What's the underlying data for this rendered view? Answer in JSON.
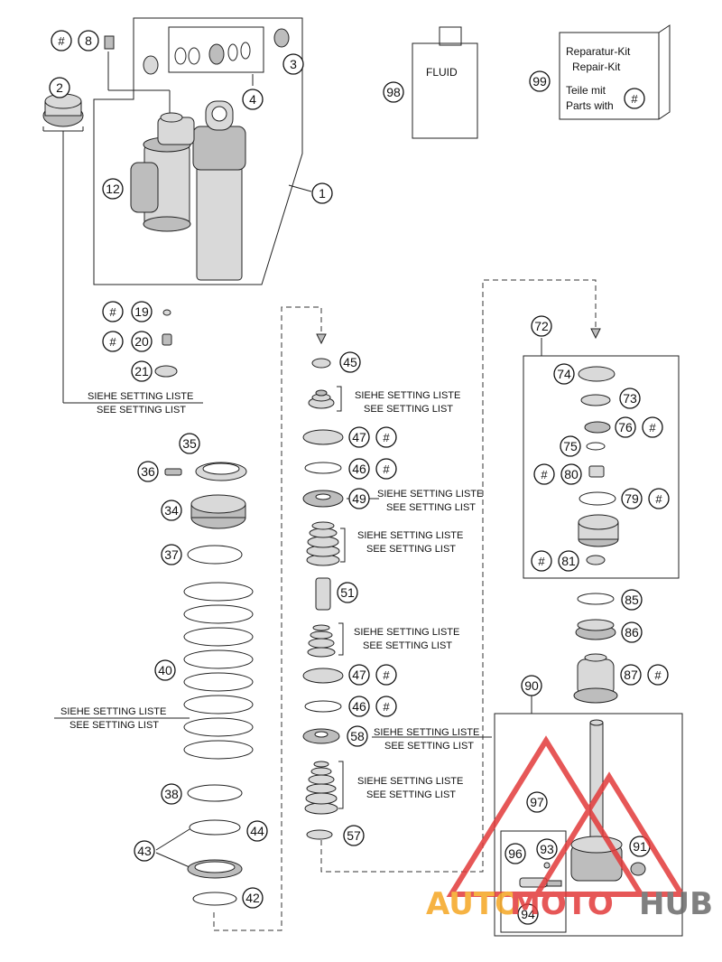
{
  "callouts": {
    "c1": "1",
    "c2": "2",
    "c3": "3",
    "c4": "4",
    "c8": "8",
    "c12": "12",
    "c19": "19",
    "c20": "20",
    "c21": "21",
    "c34": "34",
    "c35": "35",
    "c36": "36",
    "c37": "37",
    "c38": "38",
    "c40": "40",
    "c42": "42",
    "c43": "43",
    "c44": "44",
    "c45": "45",
    "c46a": "46",
    "c46b": "46",
    "c47a": "47",
    "c47b": "47",
    "c49": "49",
    "c51": "51",
    "c57": "57",
    "c58": "58",
    "c72": "72",
    "c73": "73",
    "c74": "74",
    "c75": "75",
    "c76": "76",
    "c79": "79",
    "c80": "80",
    "c81": "81",
    "c85": "85",
    "c86": "86",
    "c87": "87",
    "c90": "90",
    "c91": "91",
    "c93": "93",
    "c94": "94",
    "c96": "96",
    "c97": "97",
    "c98": "98",
    "c99": "99"
  },
  "hash": "#",
  "setting_list": {
    "de": "SIEHE SETTING LISTE",
    "en": "SEE SETTING LIST"
  },
  "fluid_label": "FLUID",
  "repair_kit": {
    "line1": "Reparatur-Kit",
    "line2": "Repair-Kit",
    "line3": "Teile mit",
    "line4": "Parts with"
  },
  "watermark": {
    "part1": "AUTO",
    "part2": "MOTO",
    "part3": "HUB",
    "color_orange": "#f5a623",
    "color_red": "#e23a3a",
    "color_gray": "#6b6b6b"
  }
}
